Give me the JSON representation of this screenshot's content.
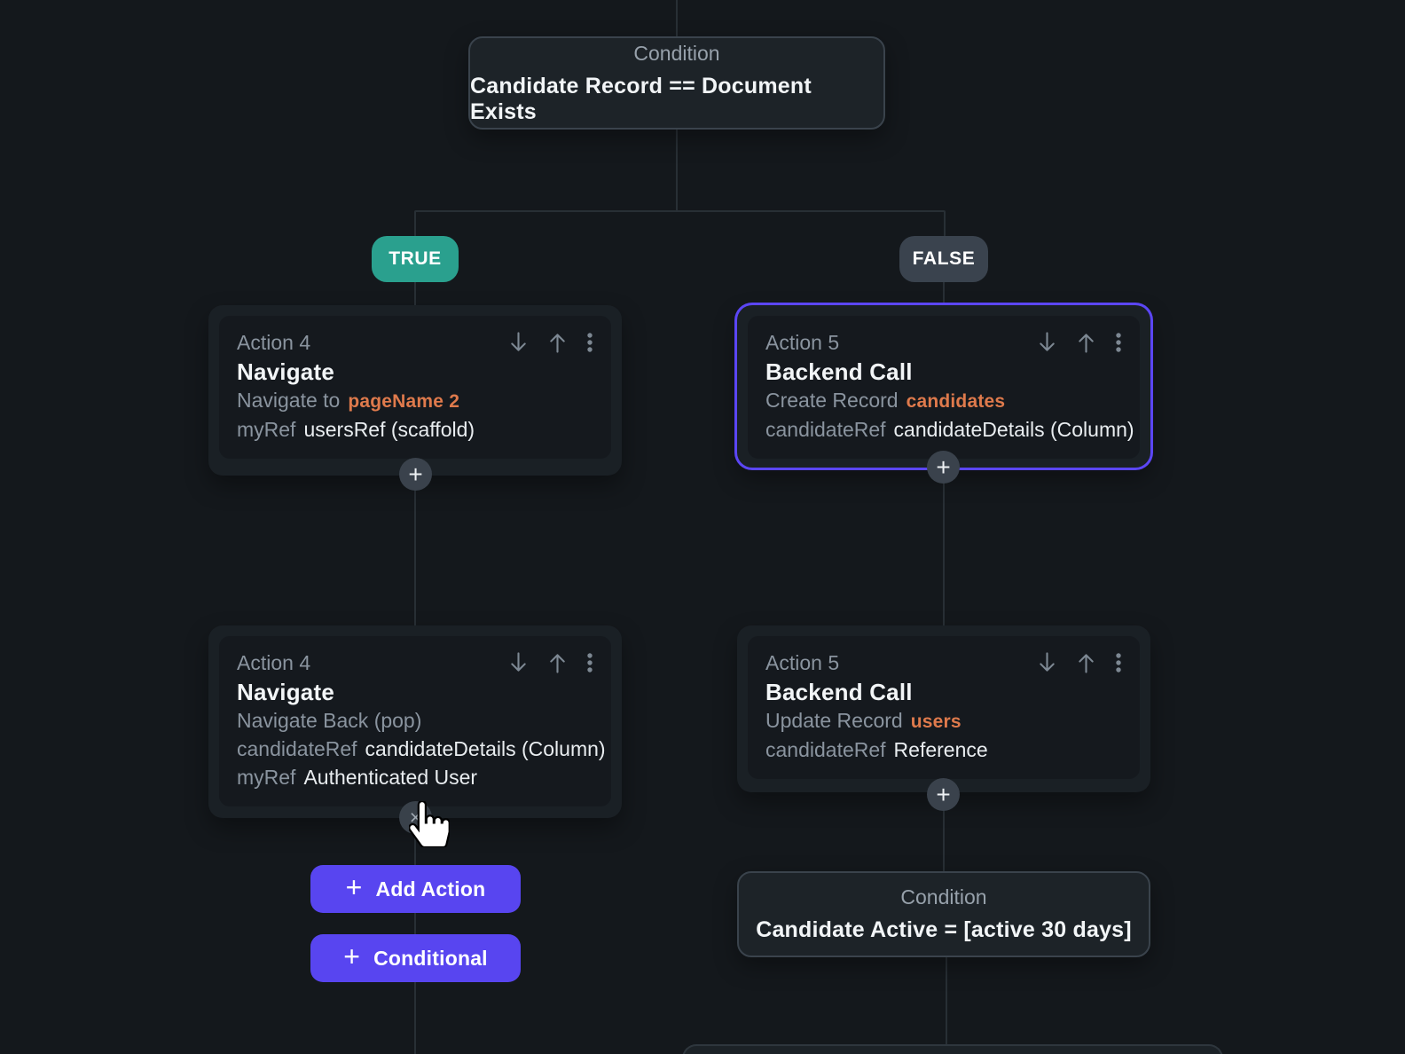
{
  "colors": {
    "accent_purple": "#5845f0",
    "selection_border": "#5b46f5",
    "accent_orange": "#df7a4c",
    "true_badge_teal": "#2aa08e",
    "false_badge_gray": "#3a434e"
  },
  "glyphs": {
    "plus": "+",
    "close": "×"
  },
  "root_condition": {
    "label": "Condition",
    "value": "Candidate Record == Document Exists"
  },
  "branch_labels": {
    "true": "TRUE",
    "false": "FALSE"
  },
  "cards": {
    "true_first": {
      "action_label": "Action 4",
      "title": "Navigate",
      "rows": [
        {
          "muted": "Navigate to",
          "accent": "pageName 2"
        },
        {
          "muted": "myRef",
          "plain": "usersRef (scaffold)"
        }
      ]
    },
    "false_first": {
      "action_label": "Action 5",
      "title": "Backend Call",
      "selected": true,
      "rows": [
        {
          "muted": "Create Record",
          "accent": "candidates"
        },
        {
          "muted": "candidateRef",
          "plain": "candidateDetails (Column)"
        }
      ]
    },
    "true_second": {
      "action_label": "Action 4",
      "title": "Navigate",
      "rows": [
        {
          "muted": "Navigate Back (pop)"
        },
        {
          "muted": "candidateRef",
          "plain": "candidateDetails (Column)"
        },
        {
          "muted": "myRef",
          "plain": "Authenticated User"
        }
      ]
    },
    "false_second": {
      "action_label": "Action 5",
      "title": "Backend Call",
      "rows": [
        {
          "muted": "Update Record",
          "accent": "users"
        },
        {
          "muted": "candidateRef",
          "plain": "Reference"
        }
      ]
    }
  },
  "second_condition": {
    "label": "Condition",
    "value": "Candidate Active = [active 30 days]"
  },
  "add_buttons": {
    "add_action": "Add Action",
    "conditional": "Conditional"
  }
}
